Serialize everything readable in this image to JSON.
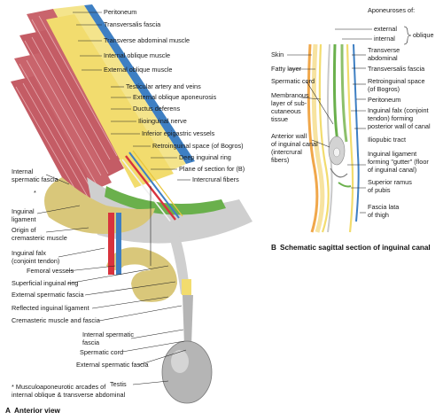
{
  "panel_a": {
    "caption_letter": "A",
    "caption_text": "Anterior view",
    "labels": {
      "peritoneum": "Peritoneum",
      "transversalis_fascia": "Transversalis fascia",
      "transverse_abdominal_muscle": "Transverse abdominal muscle",
      "internal_oblique_muscle": "Internal oblique muscle",
      "external_oblique_muscle": "External oblique muscle",
      "testicular_artery_veins": "Testicular artery and veins",
      "external_oblique_aponeurosis": "External oblique aponeurosis",
      "ductus_deferens": "Ductus deferens",
      "ilioinguinal_nerve": "Ilioinguinal nerve",
      "inferior_epigastric_vessels": "Inferior epigastric vessels",
      "retroinguinal_space": "Retroinguinal space (of Bogros)",
      "deep_inguinal_ring": "Deep inguinal ring",
      "plane_of_section": "Plane of section for (B)",
      "intercrural_fibers": "Intercrural fibers",
      "internal_spermatic_fascia_1": "Internal",
      "internal_spermatic_fascia_2": "spermatic fascia",
      "asterisk": "*",
      "inguinal_ligament_1": "Inguinal",
      "inguinal_ligament_2": "ligament",
      "origin_cremasteric_1": "Origin of",
      "origin_cremasteric_2": "cremasteric muscle",
      "inguinal_falx_1": "Inguinal falx",
      "inguinal_falx_2": "(conjoint tendon)",
      "femoral_vessels": "Femoral vessels",
      "superficial_inguinal_ring": "Superficial inguinal ring",
      "external_spermatic_fascia": "External spermatic fascia",
      "reflected_inguinal_ligament": "Reflected inguinal ligament",
      "cremasteric_muscle_fascia": "Cremasteric muscle and fascia",
      "internal_spermatic_fascia_b1": "Internal spermatic",
      "internal_spermatic_fascia_b2": "fascia",
      "spermatic_cord": "Spermatic cord",
      "external_spermatic_fascia_b": "External spermatic fascia",
      "testis": "Testis"
    },
    "footnote_1": "* Musculoaponeurotic arcades of",
    "footnote_2": "internal oblique & transverse abdominal"
  },
  "panel_b": {
    "caption_letter": "B",
    "caption_text": "Schematic sagittal section of inguinal canal",
    "labels": {
      "aponeuroses_of": "Aponeuroses of:",
      "external": "external",
      "internal": "internal",
      "oblique": "oblique",
      "skin": "Skin",
      "fatty_layer": "Fatty layer",
      "spermatic_cord": "Spermatic cord",
      "membranous_1": "Membranous",
      "membranous_2": "layer of sub-",
      "membranous_3": "cutaneous",
      "membranous_4": "tissue",
      "anterior_wall_1": "Anterior wall",
      "anterior_wall_2": "of inguinal canal",
      "anterior_wall_3": "(intercrural",
      "anterior_wall_4": "fibers)",
      "transverse_abdominal_1": "Transverse",
      "transverse_abdominal_2": "abdominal",
      "transversalis_fascia": "Transversalis fascia",
      "retroinguinal_1": "Retroinguinal space",
      "retroinguinal_2": "(of Bogros)",
      "peritoneum": "Peritoneum",
      "inguinal_falx_1": "Inguinal falx (conjoint",
      "inguinal_falx_2": "tendon) forming",
      "inguinal_falx_3": "posterior wall of canal",
      "iliopubic_tract": "Iliopubic tract",
      "inguinal_ligament_1": "Inguinal ligament",
      "inguinal_ligament_2": "forming \"gutter\" (floor",
      "inguinal_ligament_3": "of inguinal canal)",
      "superior_ramus_1": "Superior ramus",
      "superior_ramus_2": "of pubis",
      "fascia_lata_1": "Fascia lata",
      "fascia_lata_2": "of thigh"
    }
  },
  "colors": {
    "muscle_red": "#c9646c",
    "muscle_stripe": "#e6a9ae",
    "fascia_yellow": "#f4e48c",
    "aponeurosis_yellow": "#f2dc6e",
    "peritoneum_blue": "#3e7fc3",
    "vessel_red": "#d8333d",
    "nerve_yellow": "#e9c63a",
    "bone_tan": "#d9c77a",
    "gray_fascia": "#cfcfcf",
    "green_layer": "#6ab04c",
    "testis_gray": "#b5b5b5"
  }
}
